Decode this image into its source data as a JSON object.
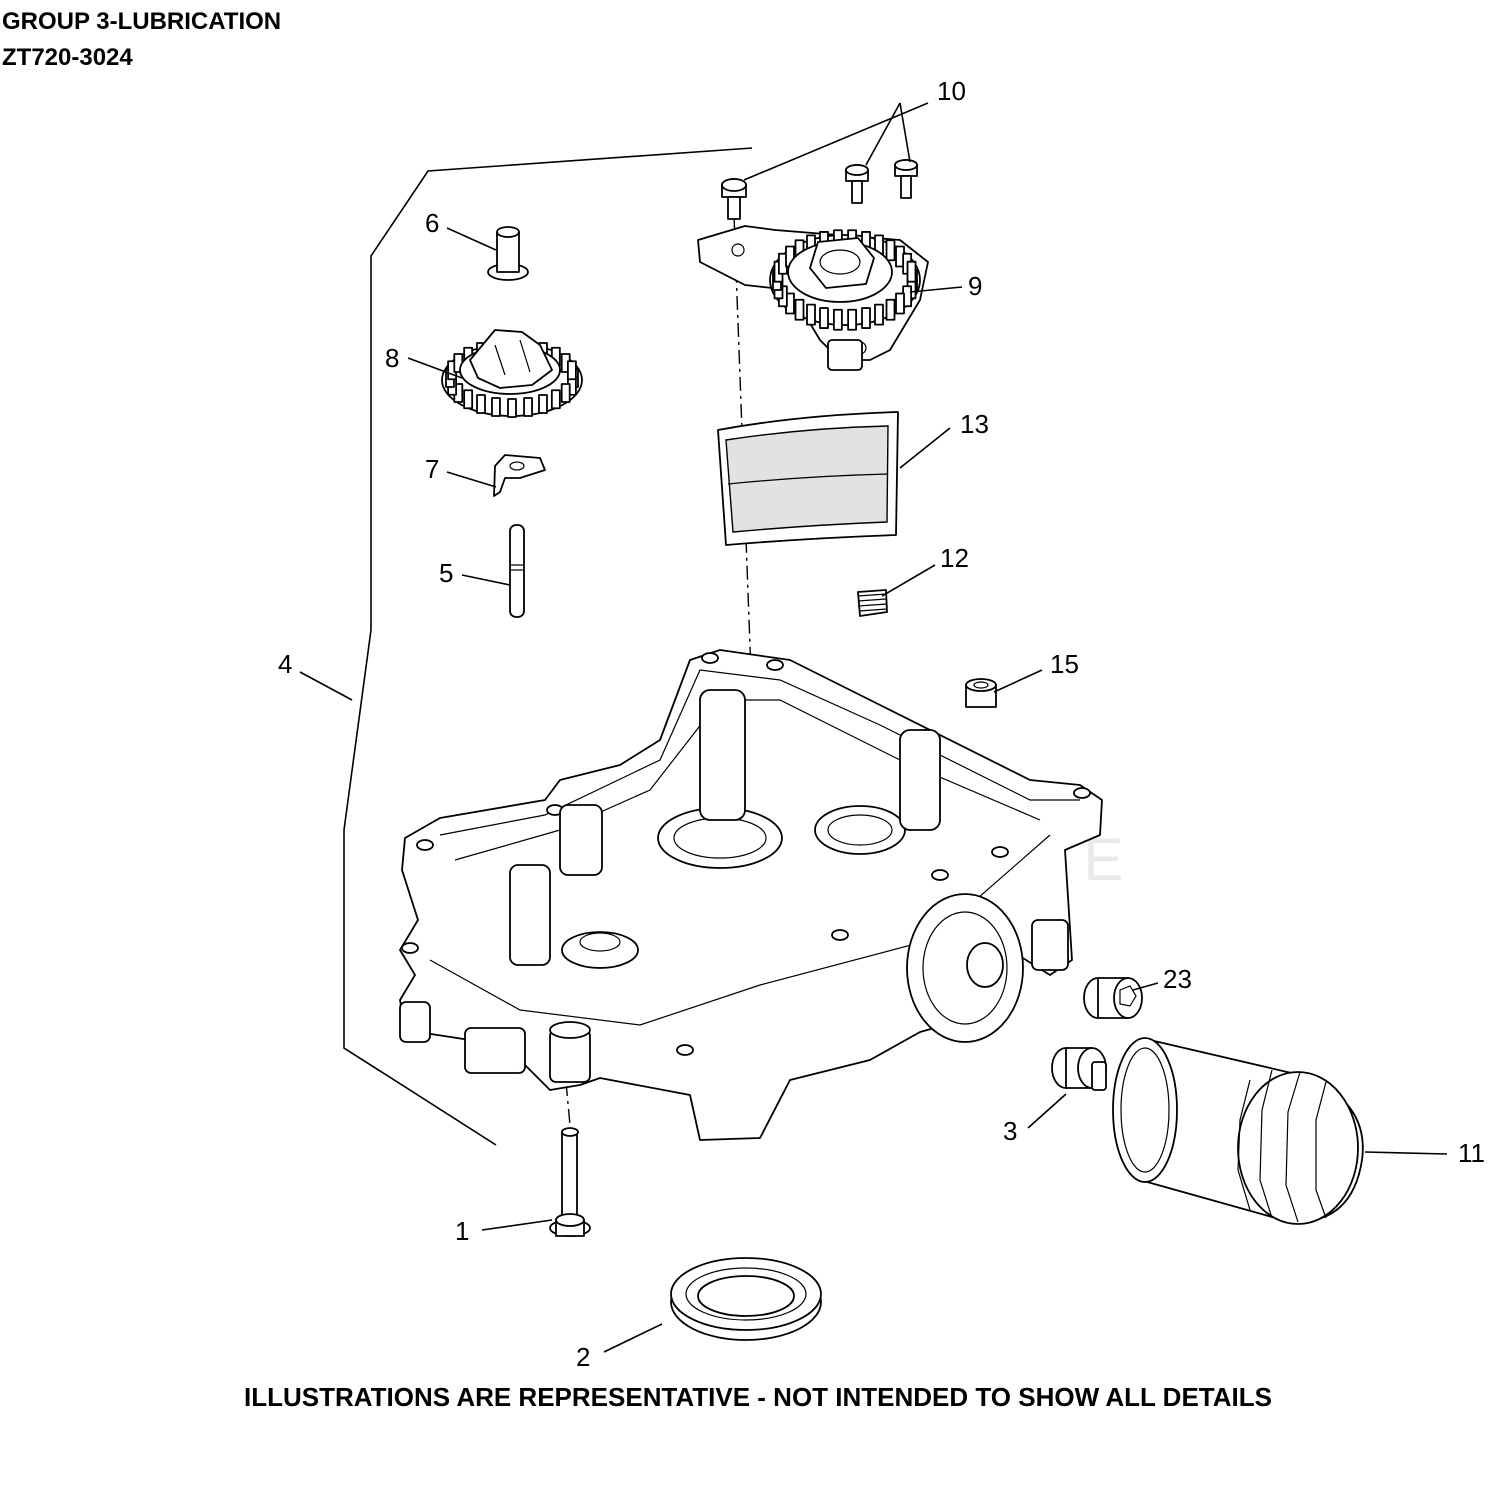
{
  "header": {
    "title": "GROUP 3-LUBRICATION",
    "model": "ZT720-3024"
  },
  "footer": {
    "disclaimer": "ILLUSTRATIONS ARE REPRESENTATIVE - NOT INTENDED TO SHOW ALL DETAILS"
  },
  "callouts": {
    "c1": "1",
    "c2": "2",
    "c3": "3",
    "c4": "4",
    "c5": "5",
    "c6": "6",
    "c7": "7",
    "c8": "8",
    "c9": "9",
    "c10": "10",
    "c11": "11",
    "c12": "12",
    "c13": "13",
    "c15": "15",
    "c23": "23"
  }
}
